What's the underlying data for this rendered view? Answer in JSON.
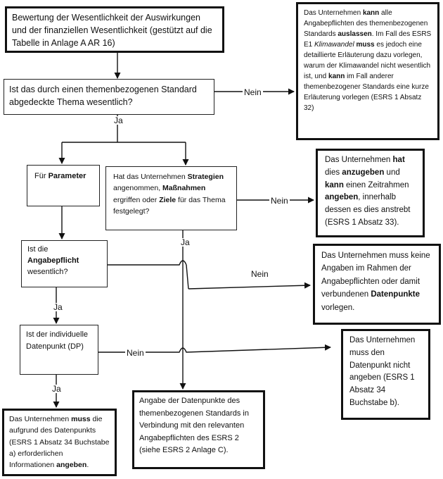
{
  "boxes": {
    "start": {
      "segments": [
        [
          "Bewertung der Wesentlichkeit der Auswirkungen und der finanziellen Wesentlichkeit (gestützt auf die Tabelle in Anlage A AR 16)",
          "n"
        ]
      ]
    },
    "q_thema": {
      "segments": [
        [
          "Ist das durch einen themenbezogenen Standard abgedeckte Thema wesentlich?",
          "n"
        ]
      ]
    },
    "omit_standard": {
      "segments": [
        [
          "Das Unternehmen ",
          "n"
        ],
        [
          "kann",
          "b"
        ],
        [
          " alle Angabepflichten des themenbezogenen Standards ",
          "n"
        ],
        [
          "auslassen",
          "b"
        ],
        [
          ". Im Fall des ESRS E1 ",
          "n"
        ],
        [
          "Klimawandel",
          "i"
        ],
        [
          " ",
          "n"
        ],
        [
          "muss",
          "b"
        ],
        [
          " es jedoch eine detaillierte Erläuterung dazu vorlegen, warum der Klimawandel nicht wesentlich ist, und ",
          "n"
        ],
        [
          "kann",
          "b"
        ],
        [
          " im Fall anderer themenbezogener Standards eine kurze Erläuterung vorlegen (ESRS 1 Absatz 32)",
          "n"
        ]
      ]
    },
    "parameter": {
      "segments": [
        [
          "Für ",
          "n"
        ],
        [
          "Parameter",
          "b"
        ]
      ]
    },
    "q_strategies": {
      "segments": [
        [
          "Hat das Unternehmen ",
          "n"
        ],
        [
          "Strategien",
          "b"
        ],
        [
          " angenommen, ",
          "n"
        ],
        [
          "Maßnahmen",
          "b"
        ],
        [
          " ergriffen oder ",
          "n"
        ],
        [
          "Ziele",
          "b"
        ],
        [
          " für das Thema festgelegt?",
          "n"
        ]
      ]
    },
    "timeframe": {
      "segments": [
        [
          "Das Unternehmen ",
          "n"
        ],
        [
          "hat",
          "b"
        ],
        [
          " dies ",
          "n"
        ],
        [
          "anzugeben",
          "b"
        ],
        [
          " und ",
          "n"
        ],
        [
          "kann",
          "b"
        ],
        [
          " einen Zeitrahmen ",
          "n"
        ],
        [
          "angeben",
          "b"
        ],
        [
          ", innerhalb dessen es dies anstrebt (ESRS 1 Absatz 33).",
          "n"
        ]
      ]
    },
    "q_angabepflicht": {
      "segments": [
        [
          "Ist die ",
          "n"
        ],
        [
          "Angabepflicht",
          "b"
        ],
        [
          " wesentlich?",
          "n"
        ]
      ]
    },
    "no_datapoints": {
      "segments": [
        [
          "Das Unternehmen muss keine Angaben im Rahmen der Angabepflichten oder damit verbundenen ",
          "n"
        ],
        [
          "Datenpunkte",
          "b"
        ],
        [
          " vorlegen.",
          "n"
        ]
      ]
    },
    "q_datenpunkt": {
      "segments": [
        [
          "Ist der individuelle Datenpunkt (DP)",
          "n"
        ]
      ]
    },
    "no_datapoint": {
      "segments": [
        [
          "Das Unternehmen muss den Datenpunkt nicht angeben (ESRS 1 Absatz 34 Buchstabe b).",
          "n"
        ]
      ]
    },
    "must_disclose": {
      "segments": [
        [
          "Das Unternehmen ",
          "n"
        ],
        [
          "muss",
          "b"
        ],
        [
          " die aufgrund des Datenpunkts (ESRS 1 Absatz 34 Buchstabe a) erforderlichen Informationen ",
          "n"
        ],
        [
          "angeben",
          "b"
        ],
        [
          ".",
          "n"
        ]
      ]
    },
    "esrs2": {
      "segments": [
        [
          "Angabe der Datenpunkte des themenbezogenen Standards in Verbindung mit den relevanten Angabepflichten des ESRS 2 (siehe ESRS 2 Anlage C).",
          "n"
        ]
      ]
    }
  },
  "labels": {
    "nein_1": "Nein",
    "ja_1": "Ja",
    "nein_2": "Nein",
    "ja_2": "Ja",
    "nein_3": "Nein",
    "ja_3": "Ja",
    "nein_4": "Nein",
    "ja_4": "Ja"
  }
}
